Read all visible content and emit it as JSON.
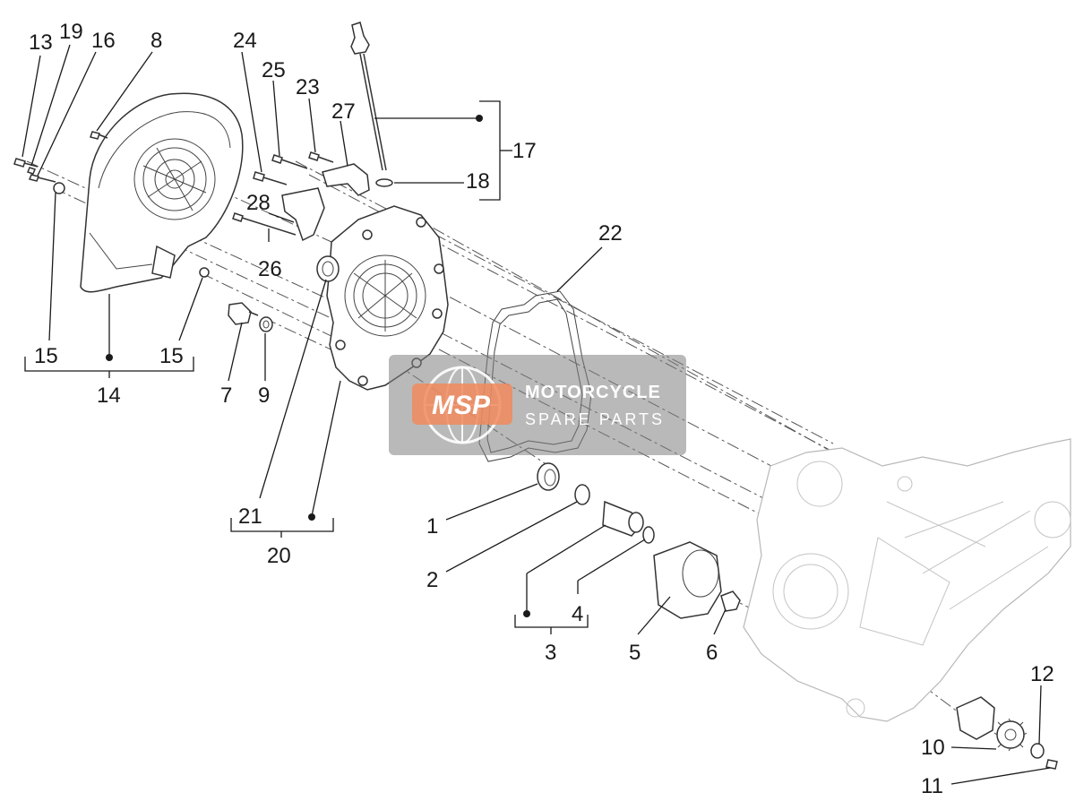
{
  "diagram": {
    "part_labels": [
      {
        "id": "p13",
        "text": "13"
      },
      {
        "id": "p19",
        "text": "19"
      },
      {
        "id": "p16",
        "text": "16"
      },
      {
        "id": "p8",
        "text": "8"
      },
      {
        "id": "p24",
        "text": "24"
      },
      {
        "id": "p25",
        "text": "25"
      },
      {
        "id": "p23",
        "text": "23"
      },
      {
        "id": "p27",
        "text": "27"
      },
      {
        "id": "p17",
        "text": "17"
      },
      {
        "id": "p18",
        "text": "18"
      },
      {
        "id": "p28",
        "text": "28"
      },
      {
        "id": "p26",
        "text": "26"
      },
      {
        "id": "p22",
        "text": "22"
      },
      {
        "id": "p15a",
        "text": "15"
      },
      {
        "id": "p15b",
        "text": "15"
      },
      {
        "id": "p14",
        "text": "14"
      },
      {
        "id": "p7",
        "text": "7"
      },
      {
        "id": "p9",
        "text": "9"
      },
      {
        "id": "p21",
        "text": "21"
      },
      {
        "id": "p20",
        "text": "20"
      },
      {
        "id": "p1",
        "text": "1"
      },
      {
        "id": "p2",
        "text": "2"
      },
      {
        "id": "p4",
        "text": "4"
      },
      {
        "id": "p3",
        "text": "3"
      },
      {
        "id": "p5",
        "text": "5"
      },
      {
        "id": "p6",
        "text": "6"
      },
      {
        "id": "p12",
        "text": "12"
      },
      {
        "id": "p10",
        "text": "10"
      },
      {
        "id": "p11",
        "text": "11"
      }
    ]
  },
  "watermark": {
    "logo_text": "MSP",
    "line1": "MOTORCYCLE",
    "line2": "SPARE PARTS",
    "logo_color": "#f08a5d",
    "box_color": "#808080"
  }
}
